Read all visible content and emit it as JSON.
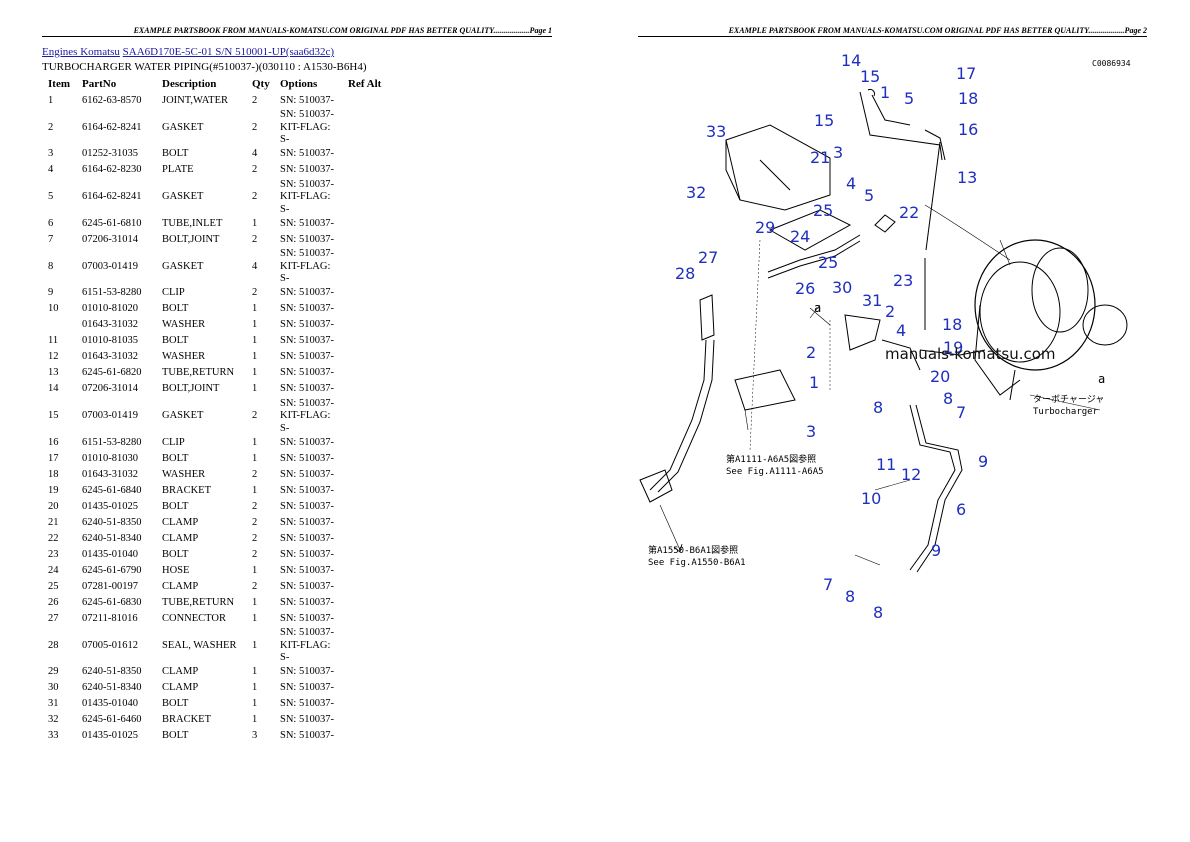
{
  "header": {
    "page1": "EXAMPLE PARTSBOOK FROM MANUALS-KOMATSU.COM ORIGINAL PDF HAS BETTER QUALITY..................Page 1",
    "page2": "EXAMPLE PARTSBOOK FROM MANUALS-KOMATSU.COM ORIGINAL PDF HAS BETTER QUALITY..................Page 2"
  },
  "breadcrumb": {
    "link1": "Engines Komatsu",
    "link2": "SAA6D170E-5C-01 S/N 510001-UP(saa6d32c)"
  },
  "page_title": "TURBOCHARGER WATER PIPING(#510037-)(030110 : A1530-B6H4)",
  "table": {
    "columns": [
      "Item",
      "PartNo",
      "Description",
      "Qty",
      "Options",
      "Ref Alt"
    ],
    "rows": [
      {
        "item": "1",
        "part": "6162-63-8570",
        "desc": "JOINT,WATER",
        "qty": "2",
        "opt": "SN: 510037-"
      },
      {
        "item": "2",
        "part": "6164-62-8241",
        "desc": "GASKET",
        "qty": "2",
        "opt": "SN: 510037-\nKIT-FLAG: S-"
      },
      {
        "item": "3",
        "part": "01252-31035",
        "desc": "BOLT",
        "qty": "4",
        "opt": "SN: 510037-"
      },
      {
        "item": "4",
        "part": "6164-62-8230",
        "desc": "PLATE",
        "qty": "2",
        "opt": "SN: 510037-"
      },
      {
        "item": "5",
        "part": "6164-62-8241",
        "desc": "GASKET",
        "qty": "2",
        "opt": "SN: 510037-\nKIT-FLAG: S-"
      },
      {
        "item": "6",
        "part": "6245-61-6810",
        "desc": "TUBE,INLET",
        "qty": "1",
        "opt": "SN: 510037-"
      },
      {
        "item": "7",
        "part": "07206-31014",
        "desc": "BOLT,JOINT",
        "qty": "2",
        "opt": "SN: 510037-"
      },
      {
        "item": "8",
        "part": "07003-01419",
        "desc": "GASKET",
        "qty": "4",
        "opt": "SN: 510037-\nKIT-FLAG: S-"
      },
      {
        "item": "9",
        "part": "6151-53-8280",
        "desc": "CLIP",
        "qty": "2",
        "opt": "SN: 510037-"
      },
      {
        "item": "10",
        "part": "01010-81020",
        "desc": "BOLT",
        "qty": "1",
        "opt": "SN: 510037-"
      },
      {
        "item": "",
        "part": "01643-31032",
        "desc": "WASHER",
        "qty": "1",
        "opt": "SN: 510037-"
      },
      {
        "item": "11",
        "part": "01010-81035",
        "desc": "BOLT",
        "qty": "1",
        "opt": "SN: 510037-"
      },
      {
        "item": "12",
        "part": "01643-31032",
        "desc": "WASHER",
        "qty": "1",
        "opt": "SN: 510037-"
      },
      {
        "item": "13",
        "part": "6245-61-6820",
        "desc": "TUBE,RETURN",
        "qty": "1",
        "opt": "SN: 510037-"
      },
      {
        "item": "14",
        "part": "07206-31014",
        "desc": "BOLT,JOINT",
        "qty": "1",
        "opt": "SN: 510037-"
      },
      {
        "item": "15",
        "part": "07003-01419",
        "desc": "GASKET",
        "qty": "2",
        "opt": "SN: 510037-\nKIT-FLAG: S-"
      },
      {
        "item": "16",
        "part": "6151-53-8280",
        "desc": "CLIP",
        "qty": "1",
        "opt": "SN: 510037-"
      },
      {
        "item": "17",
        "part": "01010-81030",
        "desc": "BOLT",
        "qty": "1",
        "opt": "SN: 510037-"
      },
      {
        "item": "18",
        "part": "01643-31032",
        "desc": "WASHER",
        "qty": "2",
        "opt": "SN: 510037-"
      },
      {
        "item": "19",
        "part": "6245-61-6840",
        "desc": "BRACKET",
        "qty": "1",
        "opt": "SN: 510037-"
      },
      {
        "item": "20",
        "part": "01435-01025",
        "desc": "BOLT",
        "qty": "2",
        "opt": "SN: 510037-"
      },
      {
        "item": "21",
        "part": "6240-51-8350",
        "desc": "CLAMP",
        "qty": "2",
        "opt": "SN: 510037-"
      },
      {
        "item": "22",
        "part": "6240-51-8340",
        "desc": "CLAMP",
        "qty": "2",
        "opt": "SN: 510037-"
      },
      {
        "item": "23",
        "part": "01435-01040",
        "desc": "BOLT",
        "qty": "2",
        "opt": "SN: 510037-"
      },
      {
        "item": "24",
        "part": "6245-61-6790",
        "desc": "HOSE",
        "qty": "1",
        "opt": "SN: 510037-"
      },
      {
        "item": "25",
        "part": "07281-00197",
        "desc": "CLAMP",
        "qty": "2",
        "opt": "SN: 510037-"
      },
      {
        "item": "26",
        "part": "6245-61-6830",
        "desc": "TUBE,RETURN",
        "qty": "1",
        "opt": "SN: 510037-"
      },
      {
        "item": "27",
        "part": "07211-81016",
        "desc": "CONNECTOR",
        "qty": "1",
        "opt": "SN: 510037-"
      },
      {
        "item": "28",
        "part": "07005-01612",
        "desc": "SEAL, WASHER",
        "qty": "1",
        "opt": "SN: 510037-\nKIT-FLAG: S-"
      },
      {
        "item": "29",
        "part": "6240-51-8350",
        "desc": "CLAMP",
        "qty": "1",
        "opt": "SN: 510037-"
      },
      {
        "item": "30",
        "part": "6240-51-8340",
        "desc": "CLAMP",
        "qty": "1",
        "opt": "SN: 510037-"
      },
      {
        "item": "31",
        "part": "01435-01040",
        "desc": "BOLT",
        "qty": "1",
        "opt": "SN: 510037-"
      },
      {
        "item": "32",
        "part": "6245-61-6460",
        "desc": "BRACKET",
        "qty": "1",
        "opt": "SN: 510037-"
      },
      {
        "item": "33",
        "part": "01435-01025",
        "desc": "BOLT",
        "qty": "3",
        "opt": "SN: 510037-"
      }
    ]
  },
  "diagram": {
    "code": "C0086934",
    "watermark": "manuals-komatsu.com",
    "turbo_jp": "ターボチャージャ",
    "turbo_en": "Turbocharger",
    "ref_a1_jp": "第A1111-A6A5図参照",
    "ref_a1_en": "See Fig.A1111-A6A5",
    "ref_a2_jp": "第A1550-B6A1図参照",
    "ref_a2_en": "See Fig.A1550-B6A1",
    "letter_a": "a",
    "callout_color": "#1f2fbf",
    "callouts": [
      "14",
      "15",
      "1",
      "5",
      "17",
      "18",
      "16",
      "33",
      "15",
      "3",
      "21",
      "4",
      "5",
      "13",
      "32",
      "25",
      "22",
      "29",
      "24",
      "27",
      "28",
      "25",
      "23",
      "30",
      "26",
      "31",
      "2",
      "4",
      "18",
      "2",
      "19",
      "1",
      "20",
      "8",
      "7",
      "3",
      "8",
      "9",
      "11",
      "12",
      "10",
      "6",
      "9",
      "7",
      "8",
      "8"
    ]
  }
}
